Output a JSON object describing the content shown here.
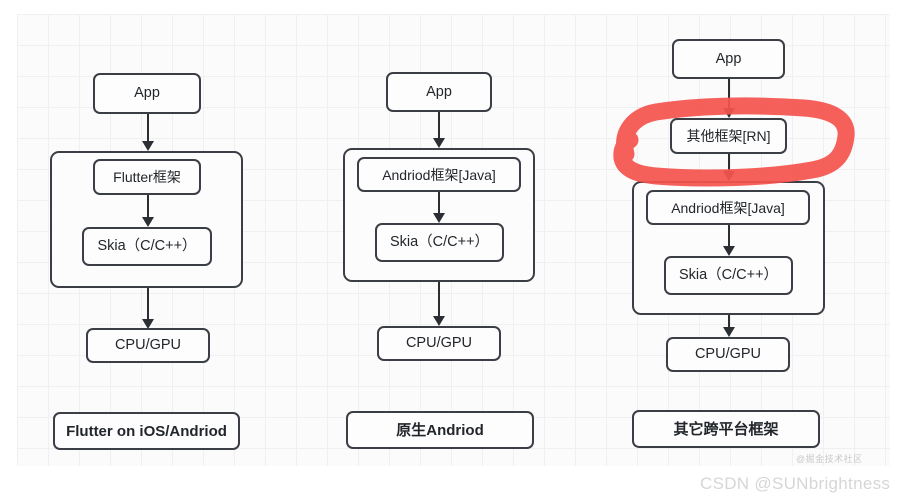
{
  "diagram": {
    "background": {
      "grid_color": "#f0f0f1",
      "paper_color": "#fbfbfc"
    },
    "annotation": {
      "name": "red-circle-highlight",
      "color": "#f4544f",
      "target": "其他框架[RN]"
    },
    "columns": [
      {
        "id": "flutter",
        "app_label": "App",
        "group": {
          "framework_label": "Flutter框架",
          "engine_label": "Skia（C/C++）"
        },
        "hardware_label": "CPU/GPU",
        "caption": "Flutter on iOS/Andriod"
      },
      {
        "id": "native",
        "app_label": "App",
        "group": {
          "framework_label": "Andriod框架[Java]",
          "engine_label": "Skia（C/C++）"
        },
        "hardware_label": "CPU/GPU",
        "caption": "原生Andriod"
      },
      {
        "id": "crossplatform",
        "app_label": "App",
        "bridge_label": "其他框架[RN]",
        "group": {
          "framework_label": "Andriod框架[Java]",
          "engine_label": "Skia（C/C++）"
        },
        "hardware_label": "CPU/GPU",
        "caption": "其它跨平台框架"
      }
    ]
  },
  "watermarks": {
    "juejin": "@掘金技术社区",
    "csdn": "CSDN @SUNbrightness"
  }
}
